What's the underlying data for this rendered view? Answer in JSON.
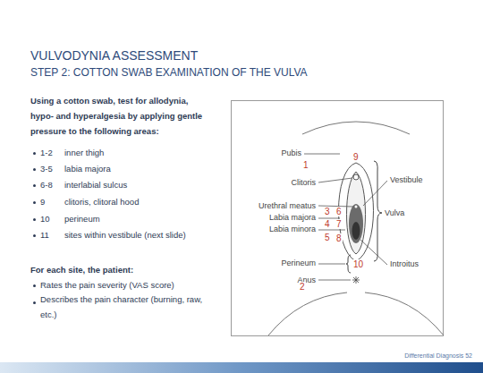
{
  "diagram": {
    "title": "VULVODYNIA ASSESSMENT",
    "labels": [
      "STEP 2: COTTON SWAB EXAMINATION OF THE VULVA",
      "Using a cotton swab, test for allodynia, hypo- and hyperalgesia by applying gentle pressure to the following areas:",
      "1-2",
      "inner thigh",
      "3-5",
      "labia majora",
      "6-8",
      "interlabial sulcus",
      "9",
      "clitoris, clitoral hood",
      "10",
      "perineum",
      "11",
      "sites within vestibule (next slide)",
      "For each site, the patient:",
      "Rates the pain severity (VAS score)",
      "Describes the pain character (burning, raw, etc.)",
      "Pubis",
      "1",
      "9",
      "Clitoris",
      "Vestibule",
      "Urethral meatus",
      "3",
      "6",
      "Labia majora",
      "4",
      "7",
      "Vulva",
      "Labia minora",
      "5",
      "8",
      "Perineum",
      "10",
      "Introitus",
      "Anus",
      "2",
      "Differential Diagnosis 52"
    ]
  }
}
